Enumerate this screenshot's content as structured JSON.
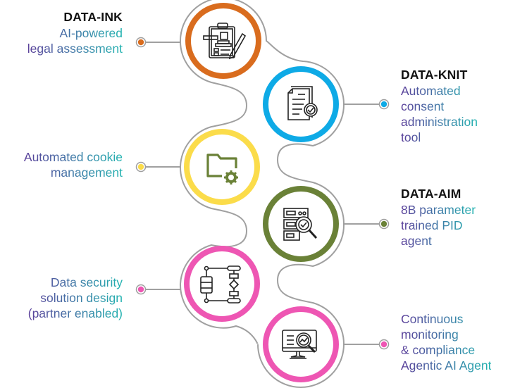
{
  "diagram": {
    "type": "serpentine-process",
    "outline_color": "#9e9e9e",
    "text_gradient": [
      "#5b3f9a",
      "#20b3b0"
    ],
    "steps": [
      {
        "title": "DATA-INK",
        "description_lines": [
          "AI-powered",
          "legal assessment"
        ],
        "color": "#d96c1e",
        "icon": "legal-clipboard-gavel-icon",
        "side": "left"
      },
      {
        "title": "DATA-KNIT",
        "description_lines": [
          "Automated",
          "consent",
          "administration",
          "tool"
        ],
        "color": "#0eaae6",
        "icon": "document-check-icon",
        "side": "right"
      },
      {
        "title": "",
        "description_lines": [
          "Automated cookie",
          "management"
        ],
        "color": "#fbdc4a",
        "icon": "folder-gear-icon",
        "side": "left"
      },
      {
        "title": "DATA-AIM",
        "description_lines": [
          "8B parameter",
          "trained PID",
          "agent"
        ],
        "color": "#6a8137",
        "icon": "server-search-icon",
        "side": "right"
      },
      {
        "title": "",
        "description_lines": [
          "Data security",
          "solution design",
          "(partner enabled)"
        ],
        "color": "#ee56b3",
        "icon": "server-flowchart-icon",
        "side": "left"
      },
      {
        "title": "",
        "description_lines": [
          "Continuous",
          "monitoring",
          "& compliance",
          "Agentic AI Agent"
        ],
        "color": "#ee56b3",
        "icon": "monitor-analytics-icon",
        "side": "right"
      }
    ]
  }
}
